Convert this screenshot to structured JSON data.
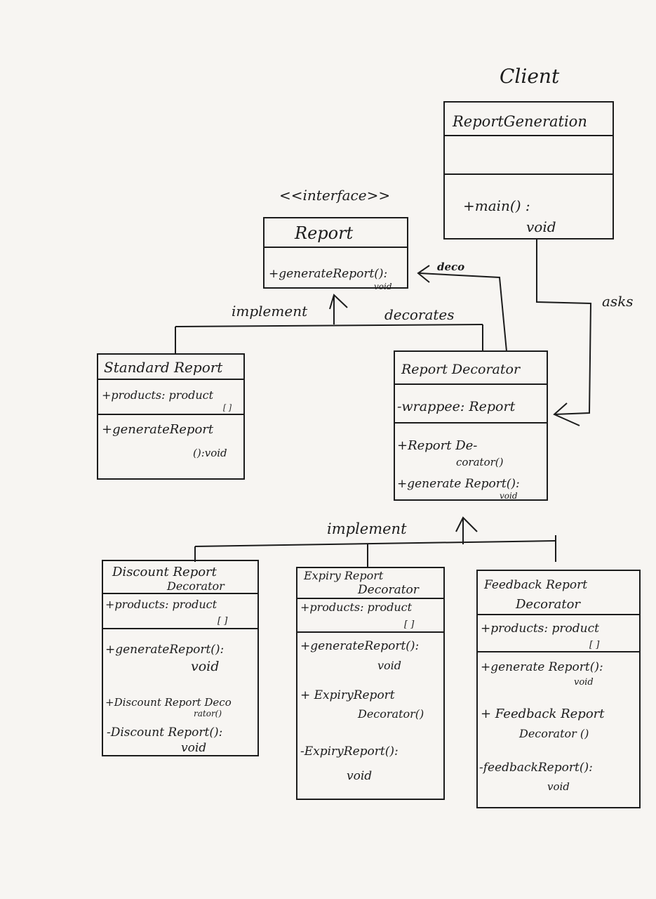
{
  "client": {
    "caption": "Client",
    "class_name": "ReportGeneration",
    "attributes": "",
    "method_line1": "+main() :",
    "method_line2": "void"
  },
  "report": {
    "stereotype": "<<interface>>",
    "class_name": "Report",
    "method_line1": "+generateReport():",
    "method_line2": "void"
  },
  "standard_report": {
    "class_name": "Standard Report",
    "attr_line1": "+products: product",
    "attr_line2": "[ ]",
    "method_line1": "+generateReport",
    "method_line2": "():void"
  },
  "report_decorator": {
    "class_name": "Report Decorator",
    "attr_line1": "-wrappee: Report",
    "method1_line1": "+Report De-",
    "method1_line2": "corator()",
    "method2_line1": "+generate Report():",
    "method2_line2": "void"
  },
  "discount_decorator": {
    "name_line1": "Discount Report",
    "name_line2": "Decorator",
    "attr_line1": "+products: product",
    "attr_line2": "[ ]",
    "m1_line1": "+generateReport():",
    "m1_line2": "void",
    "m2_line1": "+Discount Report Deco",
    "m2_line2": "rator()",
    "m3_line1": "-Discount Report():",
    "m3_line2": "void"
  },
  "expiry_decorator": {
    "name_line1": "Expiry Report",
    "name_line2": "Decorator",
    "attr_line1": "+products: product",
    "attr_line2": "[ ]",
    "m1_line1": "+generateReport():",
    "m1_line2": "void",
    "m2_line1": "+ ExpiryReport",
    "m2_line2": "Decorator()",
    "m3_line1": "-ExpiryReport():",
    "m3_line2": "void"
  },
  "feedback_decorator": {
    "name_line1": "Feedback Report",
    "name_line2": "Decorator",
    "attr_line1": "+products: product",
    "attr_line2": "[ ]",
    "m1_line1": "+generate Report():",
    "m1_line2": "void",
    "m2_line1": "+ Feedback Report",
    "m2_line2": "Decorator ()",
    "m3_line1": "-feedbackReport():",
    "m3_line2": "void"
  },
  "labels": {
    "implement_top": "implement",
    "implement_bottom": "implement",
    "decorates": "decorates",
    "deco_scribble": "deco",
    "asks": "asks"
  }
}
